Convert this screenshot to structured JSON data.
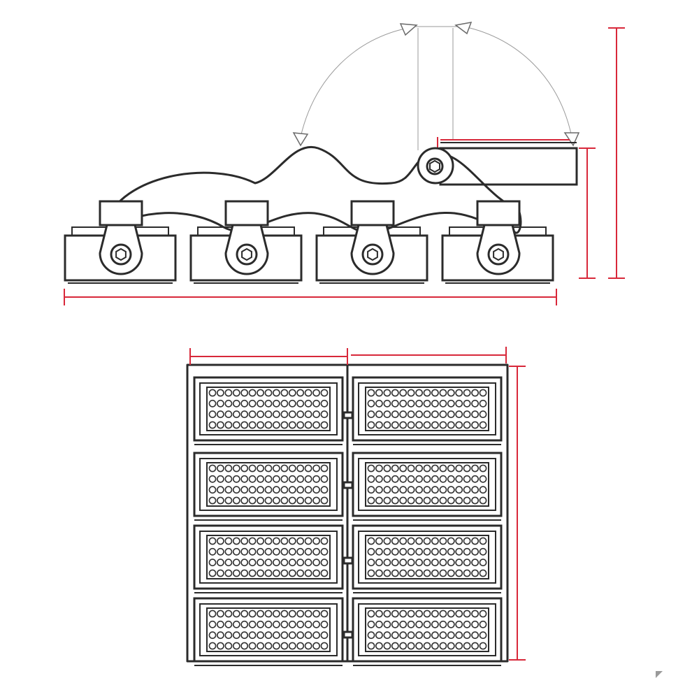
{
  "diagram": {
    "side_view": {
      "module_count": 4,
      "tilt_arrows": [
        "arc-left",
        "arc-right"
      ],
      "hinge_bolt_shape": "hexagon"
    },
    "front_view": {
      "columns": 2,
      "rows": 4,
      "led_rows_per_module": 4,
      "led_cols_per_module": 15
    },
    "colors": {
      "line": "#2b2b2b",
      "dimension": "#d8283a",
      "guide": "#9a9a9a"
    },
    "icons": [
      "corner-resize-icon"
    ]
  }
}
